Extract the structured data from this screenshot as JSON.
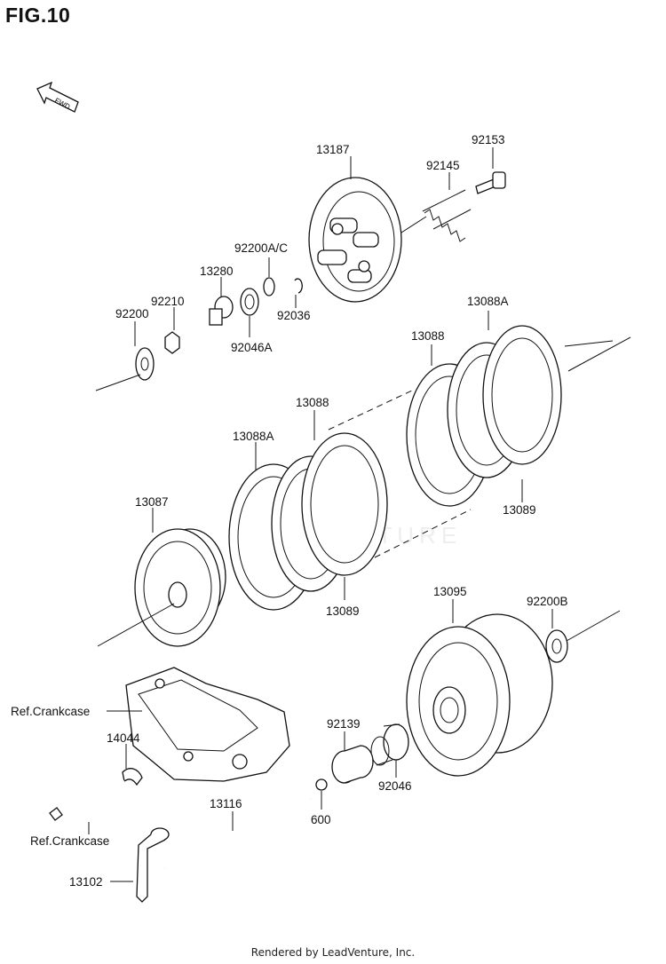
{
  "figure": {
    "title": "FIG.10",
    "footer": "Rendered by LeadVenture, Inc.",
    "watermark": "LEADVENTURE"
  },
  "fwd_label": "FWD",
  "callouts": {
    "c13187": "13187",
    "c92153": "92153",
    "c92145": "92145",
    "c92200AC": "92200A/C",
    "c13280": "13280",
    "c92210": "92210",
    "c92200": "92200",
    "c92036": "92036",
    "c92046A": "92046A",
    "c13088A_top": "13088A",
    "c13088_top": "13088",
    "c13088_mid": "13088",
    "c13088A_mid": "13088A",
    "c13089_right": "13089",
    "c13087": "13087",
    "c13089_mid": "13089",
    "c13095": "13095",
    "c92200B": "92200B",
    "c_refcrankcase1": "Ref.Crankcase",
    "c14044": "14044",
    "c92139": "92139",
    "c92046": "92046",
    "c13116": "13116",
    "c600": "600",
    "c_refcrankcase2": "Ref.Crankcase",
    "c13102": "13102"
  }
}
